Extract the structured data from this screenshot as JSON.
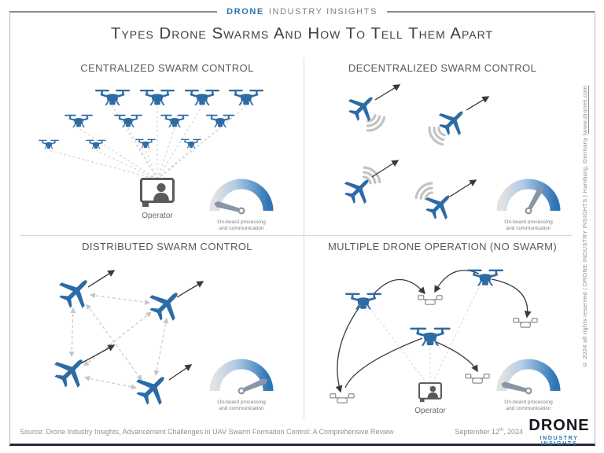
{
  "header": {
    "brand_bold": "DRONE",
    "brand_rest": "INDUSTRY INSIGHTS"
  },
  "title": "Types Drone Swarms And How To Tell Them Apart",
  "quadrants": [
    {
      "id": "centralized",
      "title": "CENTRALIZED SWARM CONTROL",
      "operator_label": "Operator",
      "drone_count": 12,
      "gauge": {
        "level": "low",
        "needle_angle_deg": -164
      }
    },
    {
      "id": "decentralized",
      "title": "DECENTRALIZED SWARM CONTROL",
      "drone_count": 4,
      "gauge": {
        "level": "high",
        "needle_angle_deg": -60
      }
    },
    {
      "id": "distributed",
      "title": "DISTRIBUTED SWARM CONTROL",
      "drone_count": 4,
      "gauge": {
        "level": "very-high",
        "needle_angle_deg": -22
      }
    },
    {
      "id": "multiple",
      "title": "MULTIPLE DRONE OPERATION (NO SWARM)",
      "operator_label": "Operator",
      "drone_count": 3,
      "gauge": {
        "level": "low",
        "needle_angle_deg": -165
      }
    }
  ],
  "gauge_label": {
    "line1": "On-board processing",
    "line2": "and communication"
  },
  "footer": {
    "source": "Source: Drone Industry Insights, Advancement Challenges in UAV Swarm Formation Control: A Comprehensive Review",
    "date_main": "September 12",
    "date_sup": "th",
    "date_tail": ", 2024",
    "logo_top": "DRONE",
    "logo_bottom": "INDUSTRY INSIGHTS"
  },
  "vertical_text": {
    "main": "© 2024 all rights reserved  |  DRONE INDUSTRY INSIGHTS  |  Hamburg, Germany  |  ",
    "link": "www.droneii.com"
  },
  "colors": {
    "brand_blue": "#2e75b6",
    "drone_blue": "#2d6ba5",
    "needle_gray": "#8896a6",
    "divider_gray": "#d9d9d9"
  }
}
